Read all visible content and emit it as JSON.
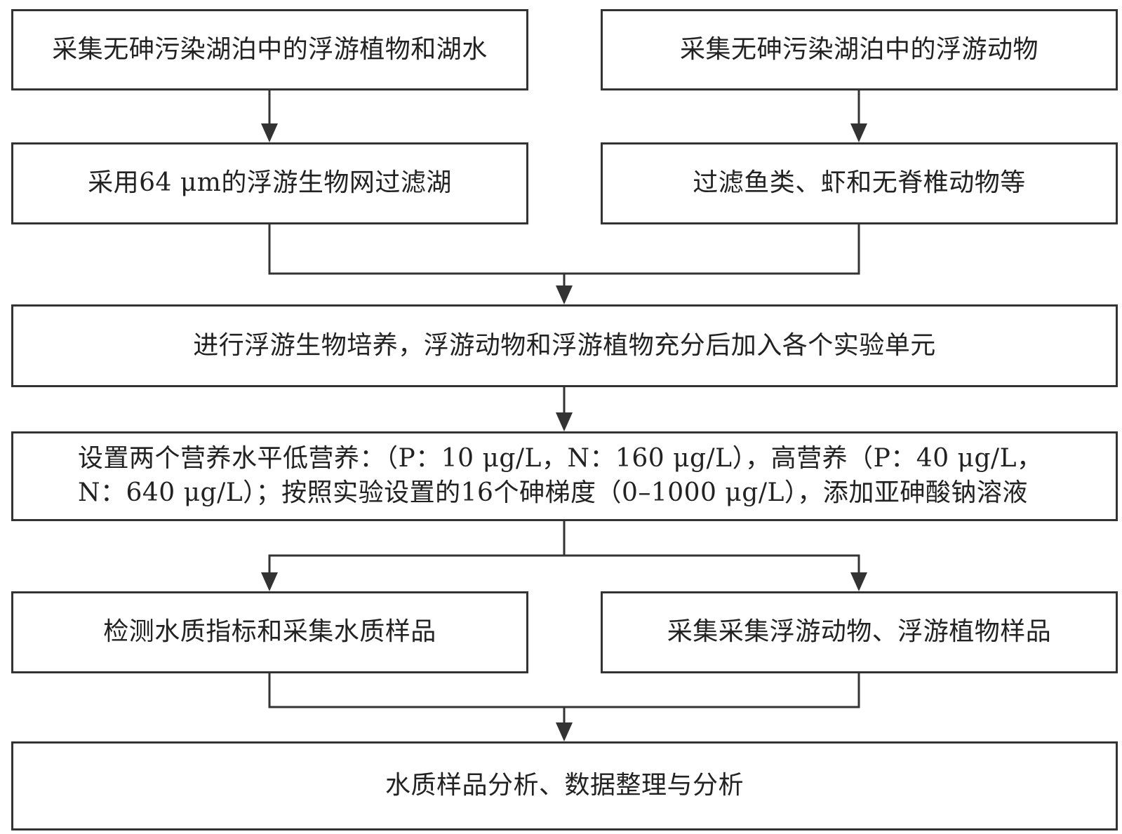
{
  "flowchart": {
    "nodes": {
      "collect_phytoplankton": "采集无砷污染湖泊中的浮游植物和湖水",
      "collect_zooplankton": "采集无砷污染湖泊中的浮游动物",
      "filter_lake_water": "采用64 μm的浮游生物网过滤湖",
      "filter_fish": "过滤鱼类、虾和无脊椎动物等",
      "culture_plankton": "进行浮游生物培养，浮游动物和浮游植物充分后加入各个实验单元",
      "set_nutrients_line1": "设置两个营养水平低营养：（P：10 μg/L，N：160 μg/L），高营养（P：40 μg/L，",
      "set_nutrients_line2": "N：640 μg/L）；按照实验设置的16个砷梯度（0–1000 μg/L），添加亚砷酸钠溶液",
      "test_water_quality": "检测水质指标和采集水质样品",
      "collect_samples": "采集采集浮游动物、浮游植物样品",
      "analysis": "水质样品分析、数据整理与分析"
    },
    "colors": {
      "stroke": "#333333",
      "arrow": "#333333",
      "text": "#222222",
      "background": "#ffffff"
    }
  }
}
